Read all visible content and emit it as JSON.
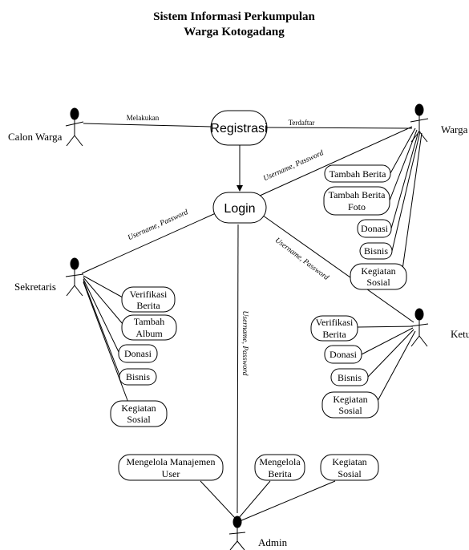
{
  "title": {
    "line1": "Sistem Informasi Perkumpulan",
    "line2": "Warga Kotogadang"
  },
  "actors": {
    "calon_warga": "Calon Warga",
    "warga": "Warga",
    "sekretaris": "Sekretaris",
    "ketua": "Ketua",
    "admin": "Admin"
  },
  "use_cases": {
    "registrasi": "Registrasi",
    "login": "Login",
    "warga_tambah_berita": "Tambah Berita",
    "warga_tambah_berita_foto_1": "Tambah Berita",
    "warga_tambah_berita_foto_2": "Foto",
    "warga_donasi": "Donasi",
    "warga_bisnis": "Bisnis",
    "warga_kegiatan_1": "Kegiatan",
    "warga_kegiatan_2": "Sosial",
    "sek_verifikasi_1": "Verifikasi",
    "sek_verifikasi_2": "Berita",
    "sek_album_1": "Tambah",
    "sek_album_2": "Album",
    "sek_donasi": "Donasi",
    "sek_bisnis": "Bisnis",
    "sek_kegiatan_1": "Kegiatan",
    "sek_kegiatan_2": "Sosial",
    "ketua_verifikasi_1": "Verifikasi",
    "ketua_verifikasi_2": "Berita",
    "ketua_donasi": "Donasi",
    "ketua_bisnis": "Bisnis",
    "ketua_kegiatan_1": "Kegiatan",
    "ketua_kegiatan_2": "Sosial",
    "admin_user_1": "Mengelola Manajemen",
    "admin_user_2": "User",
    "admin_berita_1": "Mengelola",
    "admin_berita_2": "Berita",
    "admin_kegiatan_1": "Kegiatan",
    "admin_kegiatan_2": "Sosial"
  },
  "edge_labels": {
    "melakukan": "Melakukan",
    "terdaftar": "Terdaftar",
    "warga_login": "Username, Password",
    "sekretaris_login": "Username, Password",
    "ketua_login": "Username, Password",
    "admin_login": "Username, Password"
  }
}
